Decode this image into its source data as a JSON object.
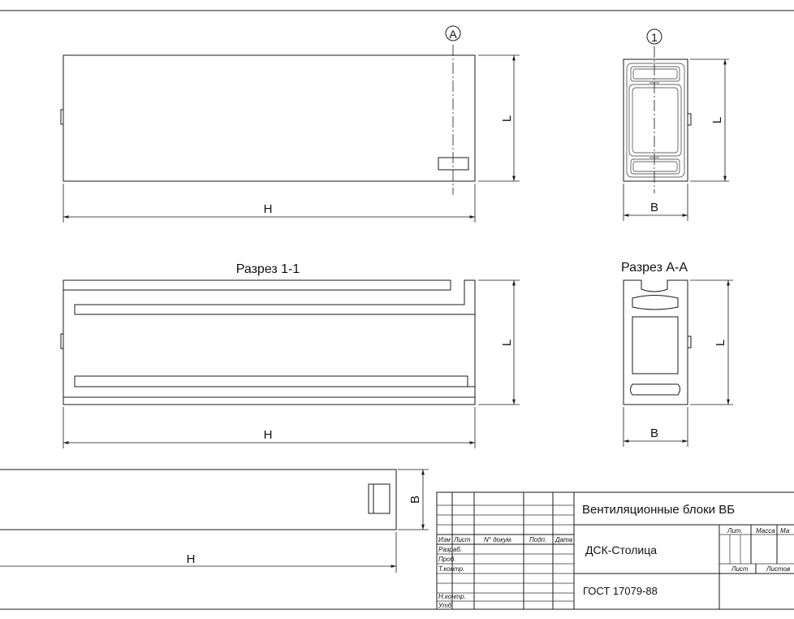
{
  "views": {
    "front": {
      "axis_marker": "A",
      "dim_height": "L",
      "dim_width": "H"
    },
    "side": {
      "axis_marker": "1",
      "dim_height": "L",
      "dim_width": "B"
    },
    "section_1_1": {
      "title": "Разрез 1-1",
      "dim_height": "L",
      "dim_width": "H"
    },
    "section_a_a": {
      "title": "Разрез А-А",
      "dim_height": "L",
      "dim_width": "B"
    },
    "top": {
      "dim_height": "B",
      "dim_width": "H"
    }
  },
  "title_block": {
    "product_title": "Вентиляционные блоки ВБ",
    "organization": "ДСК-Столица",
    "standard": "ГОСТ 17079-88",
    "col_headers": [
      "Изм",
      "Лист",
      "N° докум.",
      "Подп.",
      "Дата"
    ],
    "row_labels": [
      "Разраб.",
      "Проб.",
      "Т.контр.",
      "Н.контр.",
      "Утб."
    ],
    "right_headers": [
      "Лит.",
      "Масса",
      "Ма"
    ],
    "sheet_labels": [
      "Лист",
      "Листов"
    ]
  },
  "colors": {
    "line": "#1a1a1a",
    "background": "#ffffff"
  }
}
